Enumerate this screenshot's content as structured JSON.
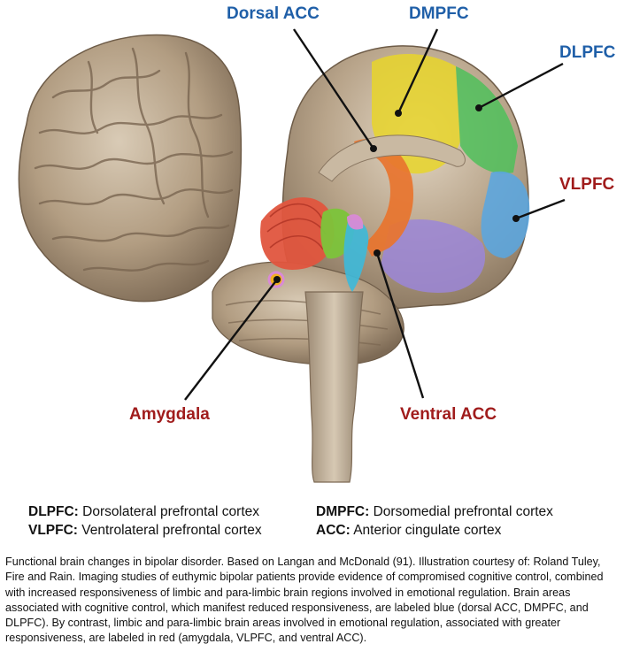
{
  "labels": {
    "dorsal_acc": "Dorsal ACC",
    "dmpfc": "DMPFC",
    "dlpfc": "DLPFC",
    "vlpfc": "VLPFC",
    "amygdala": "Amygdala",
    "ventral_acc": "Ventral ACC"
  },
  "colors": {
    "blue_label": "#1f5fa8",
    "red_label": "#a01c1c",
    "yellow_region": "#e8d52a",
    "green_region": "#4fbf5a",
    "blue_region": "#5aa6e0",
    "purple_region": "#9b86d8",
    "orange_region": "#e8742e",
    "red_region": "#e0553e",
    "lime_region": "#7cc43a",
    "pink_region": "#d98ad6",
    "cyan_region": "#3fb8d8",
    "brain_tissue": "#b8a48a"
  },
  "legend": [
    {
      "abbr": "DLPFC:",
      "text": "Dorsolateral prefrontal cortex"
    },
    {
      "abbr": "DMPFC:",
      "text": "Dorsomedial prefrontal cortex"
    },
    {
      "abbr": "VLPFC:",
      "text": "Ventrolateral prefrontal cortex"
    },
    {
      "abbr": "ACC:",
      "text": "Anterior cingulate cortex"
    }
  ],
  "caption": "Functional brain changes in bipolar disorder. Based on Langan and McDonald (91). Illustration courtesy of: Roland Tuley, Fire and Rain. Imaging studies of euthymic bipolar patients provide evidence of compromised cognitive control, combined with increased responsiveness of limbic and para-limbic brain regions involved in emotional regulation. Brain areas associated with cognitive control, which manifest reduced responsiveness, are labeled blue (dorsal ACC, DMPFC, and DLPFC). By contrast, limbic and para-limbic brain areas involved in emotional regulation, associated with greater responsiveness, are labeled in red (amygdala, VLPFC, and ventral ACC)."
}
